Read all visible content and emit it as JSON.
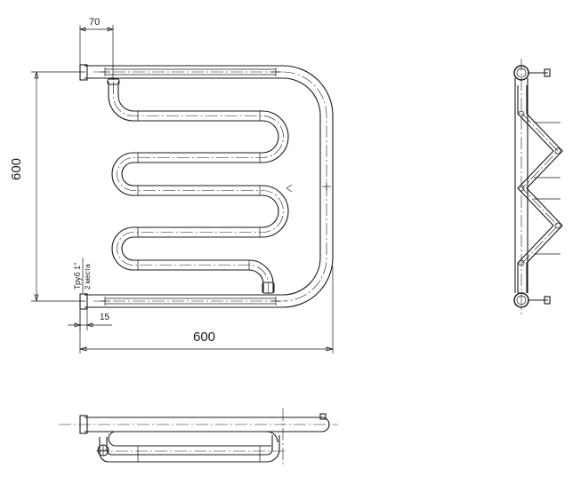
{
  "drawing": {
    "dim_width_top": "70",
    "dim_height": "600",
    "dim_width_bottom": "600",
    "dim_offset": "15",
    "pipe_note_line1": "Труб 1\"",
    "pipe_note_line2": "2 места"
  }
}
